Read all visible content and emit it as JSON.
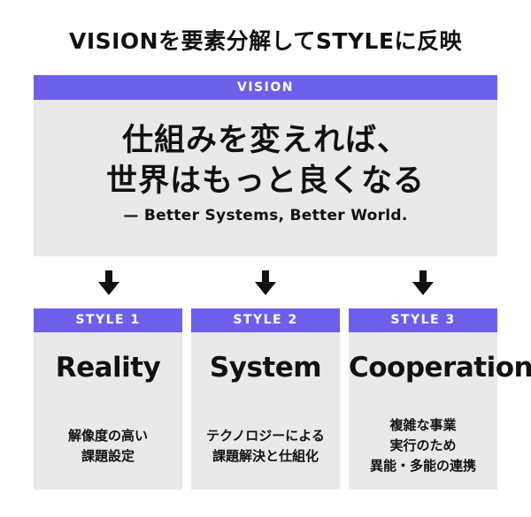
{
  "title": "VISIONを要素分解してSTYLEに反映",
  "vision": {
    "label": "VISION",
    "line1": "仕組みを変えれば、",
    "line2": "世界はもっと良くなる",
    "subtitle": "— Better Systems, Better World."
  },
  "styles": [
    {
      "label": "STYLE 1",
      "name": "Reality",
      "desc": [
        "解像度の高い",
        "課題設定"
      ]
    },
    {
      "label": "STYLE 2",
      "name": "System",
      "desc": [
        "テクノロジーによる",
        "課題解決と仕組化"
      ]
    },
    {
      "label": "STYLE 3",
      "name": "Cooperation",
      "desc": [
        "複雑な事業",
        "実行のため",
        "異能・多能の連携"
      ]
    }
  ],
  "colors": {
    "accent": "#6c60ea",
    "panel": "#e9e9e9",
    "arrow": "#111111"
  },
  "icons": [
    "down-arrow-icon",
    "down-arrow-icon",
    "down-arrow-icon"
  ]
}
